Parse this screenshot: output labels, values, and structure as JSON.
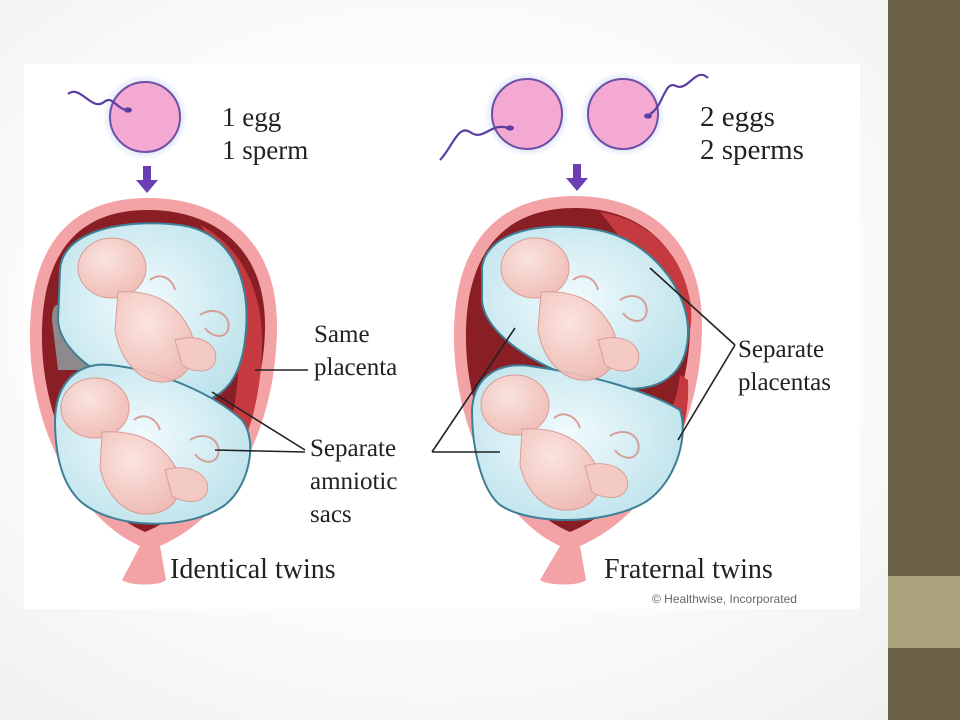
{
  "identical": {
    "legend_line1": "1 egg",
    "legend_line2": "1 sperm",
    "placenta_label": "Same\nplacenta",
    "sacs_label": "Separate\namniotic\nsacs",
    "title": "Identical twins"
  },
  "fraternal": {
    "legend_line1": "2 eggs",
    "legend_line2": "2 sperms",
    "placenta_label": "Separate\nplacentas",
    "title": "Fraternal twins"
  },
  "credit": "© Healthwise, Incorporated",
  "colors": {
    "uterus_outer": "#f3a3a6",
    "uterus_cavity": "#8a1e25",
    "placenta": "#c43a3e",
    "sac": "#dff2f6",
    "sac_border": "#3f7f96",
    "egg": "#f4a9d3",
    "egg_glow": "#c7d9f3",
    "arrow": "#6a3fb5",
    "sidebar": "#6b6149",
    "sidebar_accent": "#a9a27a"
  }
}
